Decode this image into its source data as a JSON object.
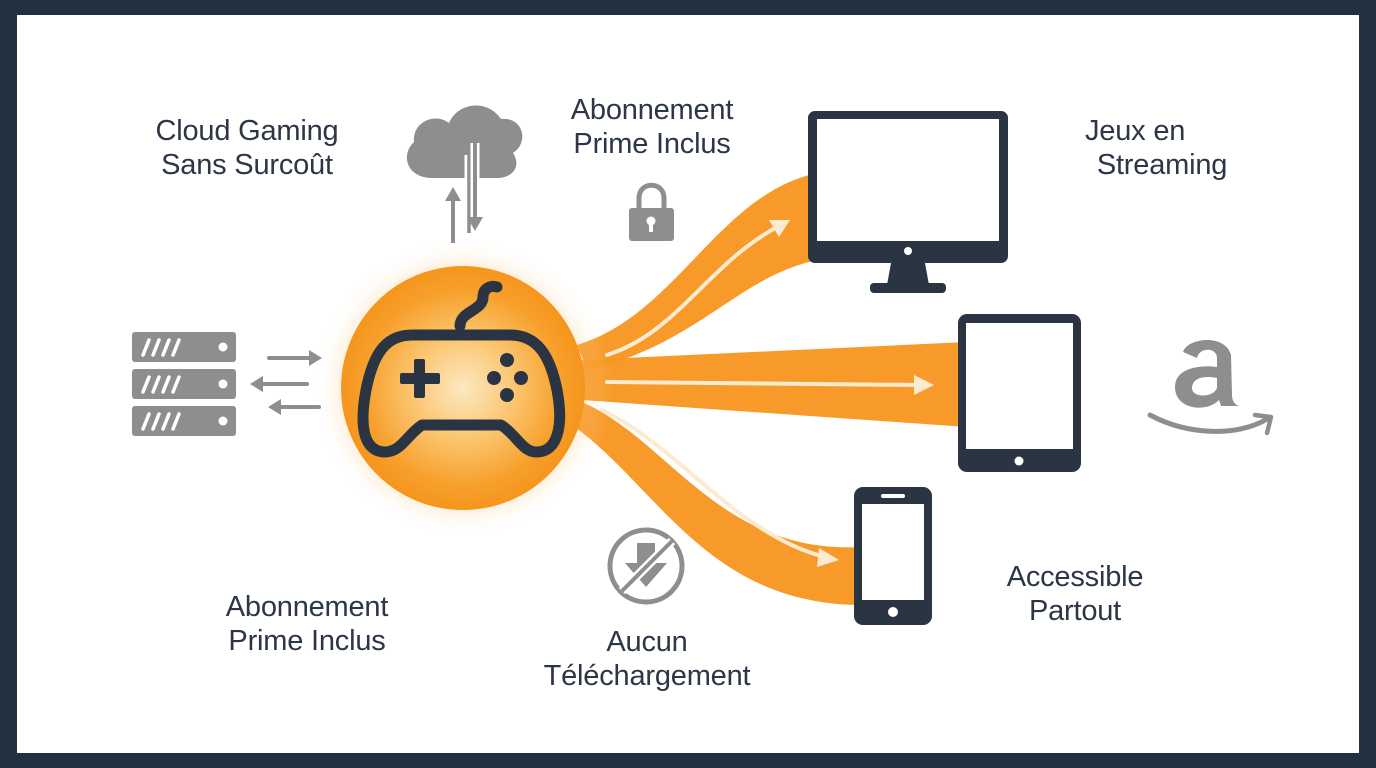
{
  "colors": {
    "accent": "#f7951d",
    "dark": "#2b3442",
    "gray": "#8e8e8e",
    "frame": "#223042",
    "background": "#ffffff"
  },
  "labels": {
    "cloud": {
      "line1": "Cloud Gaming",
      "line2": "Sans Surcoût"
    },
    "subscription_top": {
      "line1": "Abonnement",
      "line2": "Prime Inclus"
    },
    "streaming": {
      "line1": "Jeux en",
      "line2": "Streaming"
    },
    "subscription_bottom": {
      "line1": "Abonnement",
      "line2": "Prime Inclus"
    },
    "no_download": {
      "line1": "Aucun",
      "line2": "Téléchargement"
    },
    "accessible": {
      "line1": "Accessible",
      "line2": "Partout"
    }
  },
  "icons": [
    "server-rack-icon",
    "transfer-arrows-icon",
    "cloud-sync-icon",
    "lock-icon",
    "gamepad-icon",
    "monitor-icon",
    "tablet-icon",
    "smartphone-icon",
    "no-download-icon",
    "amazon-logo-icon"
  ]
}
